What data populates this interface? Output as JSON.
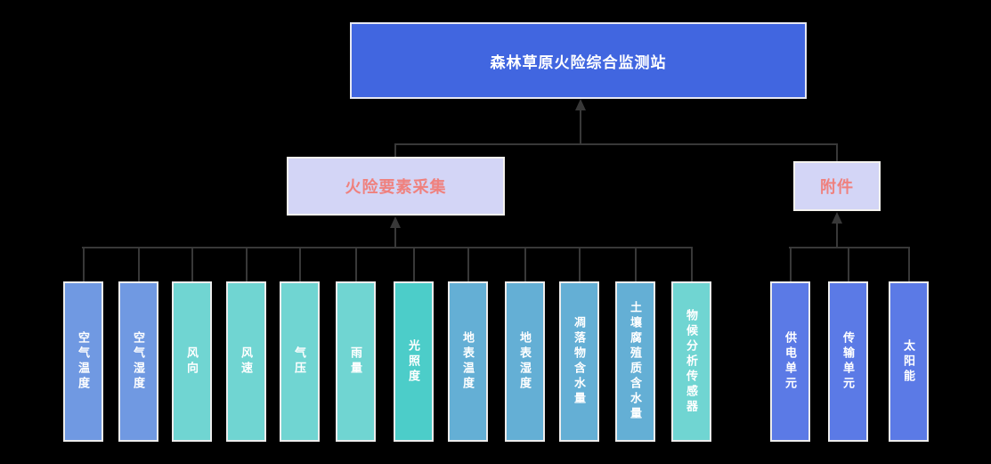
{
  "diagram": {
    "background": "#000000",
    "line_color": "#383838",
    "root": {
      "label": "森林草原火险综合监测站",
      "bg": "#4166E0",
      "text_color": "#FFFFFF"
    },
    "branches": [
      {
        "label": "火险要素采集",
        "bg": "#D3D5F6",
        "text_color": "#EF817E"
      },
      {
        "label": "附件",
        "bg": "#D3D5F6",
        "text_color": "#EF817E"
      }
    ],
    "collection_children": [
      {
        "label": "空气温度",
        "color": "#7099E2"
      },
      {
        "label": "空气湿度",
        "color": "#7099E2"
      },
      {
        "label": "风向",
        "color": "#70D5D2"
      },
      {
        "label": "风速",
        "color": "#70D5D2"
      },
      {
        "label": "气压",
        "color": "#70D5D2"
      },
      {
        "label": "雨量",
        "color": "#70D5D2"
      },
      {
        "label": "光照度",
        "color": "#4CCDC9"
      },
      {
        "label": "地表温度",
        "color": "#64AFD5"
      },
      {
        "label": "地表湿度",
        "color": "#64AFD5"
      },
      {
        "label": "凋落物含水量",
        "color": "#64AFD5"
      },
      {
        "label": "土壤腐殖质含水量",
        "color": "#64AFD5"
      },
      {
        "label": "物候分析传感器",
        "color": "#70D5D2"
      }
    ],
    "accessory_children": [
      {
        "label": "供电单元",
        "color": "#5B7AE6"
      },
      {
        "label": "传输单元",
        "color": "#5B7AE6"
      },
      {
        "label": "太阳能",
        "color": "#5B7AE6"
      }
    ]
  }
}
